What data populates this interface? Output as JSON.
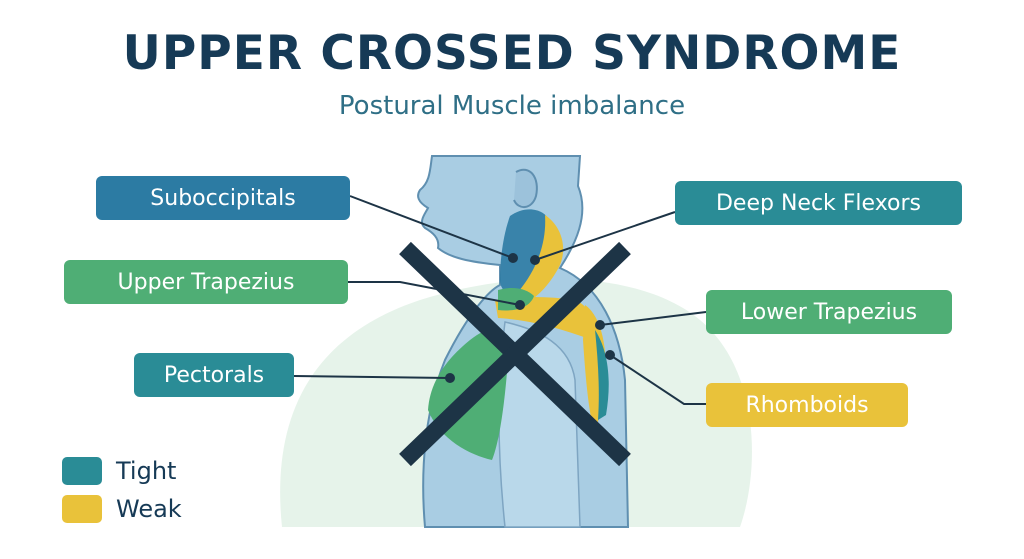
{
  "title": "UPPER CROSSED SYNDROME",
  "subtitle": "Postural Muscle imbalance",
  "labels": {
    "suboccipitals": "Suboccipitals",
    "upper_trapezius": "Upper Trapezius",
    "pectorals": "Pectorals",
    "deep_neck_flexors": "Deep Neck Flexors",
    "lower_trapezius": "Lower Trapezius",
    "rhomboids": "Rhomboids"
  },
  "legend": {
    "tight": "Tight",
    "weak": "Weak"
  },
  "colors": {
    "title": "#163a56",
    "subtitle": "#2f6f86",
    "tight_blue": "#2c7ba3",
    "tight_teal": "#2a8c96",
    "tight_green": "#4fae75",
    "weak": "#e9c23a",
    "body": "#a9cde3",
    "body_outline": "#5f8fb0",
    "background_blob": "#e6f3ea",
    "cross": "#1d3446"
  }
}
